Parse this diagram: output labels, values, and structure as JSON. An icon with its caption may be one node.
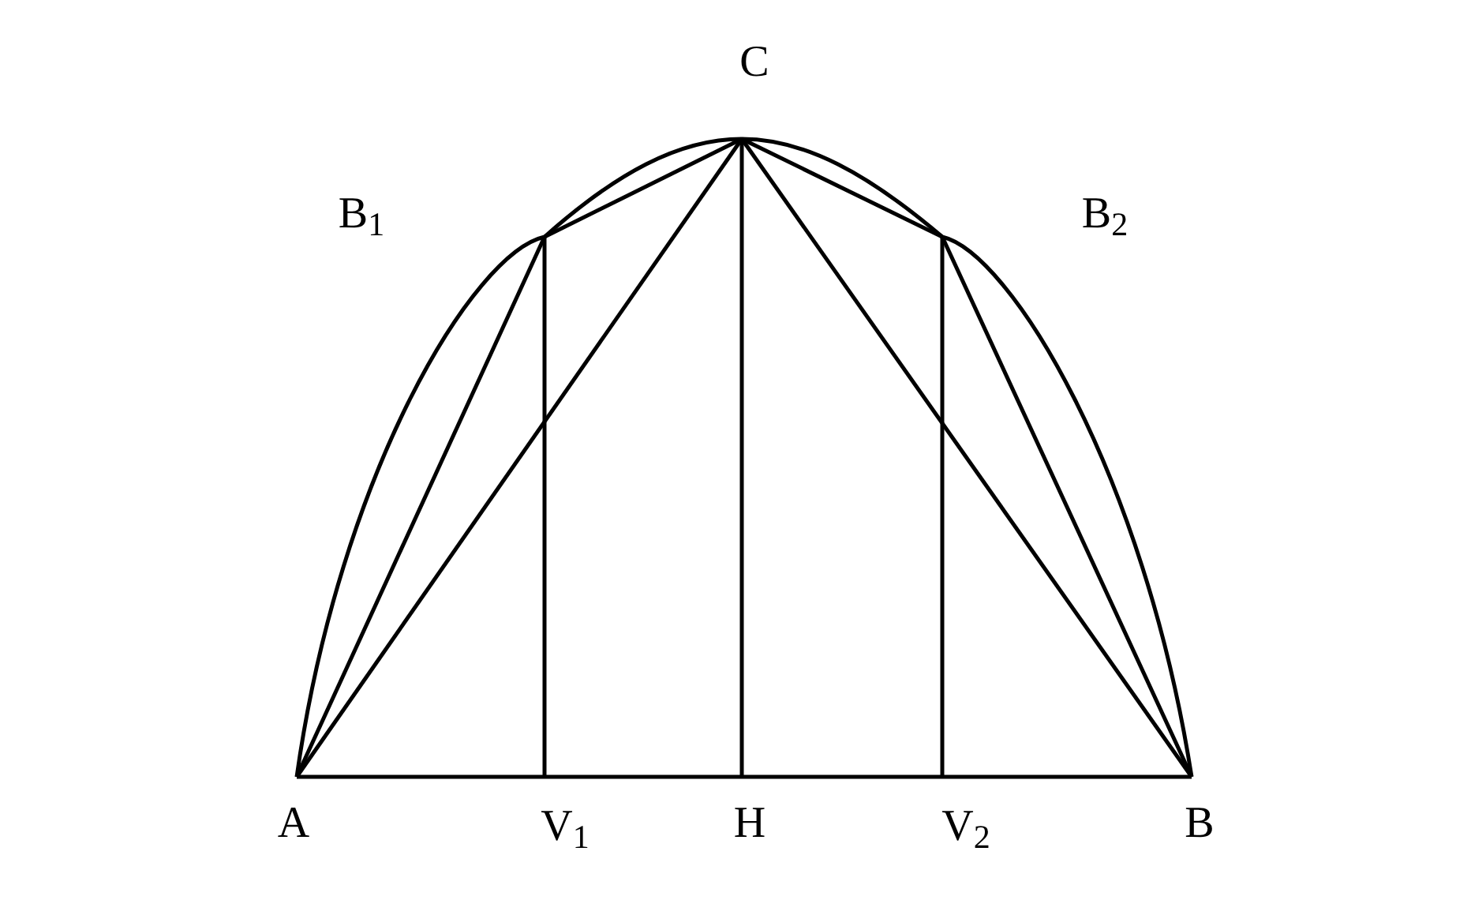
{
  "diagram": {
    "labels": [
      "C",
      "B$_{1}$",
      "B$_{2}$",
      "A",
      "V$_{1}$",
      "H",
      "V$_{2}$",
      "B"
    ]
  }
}
